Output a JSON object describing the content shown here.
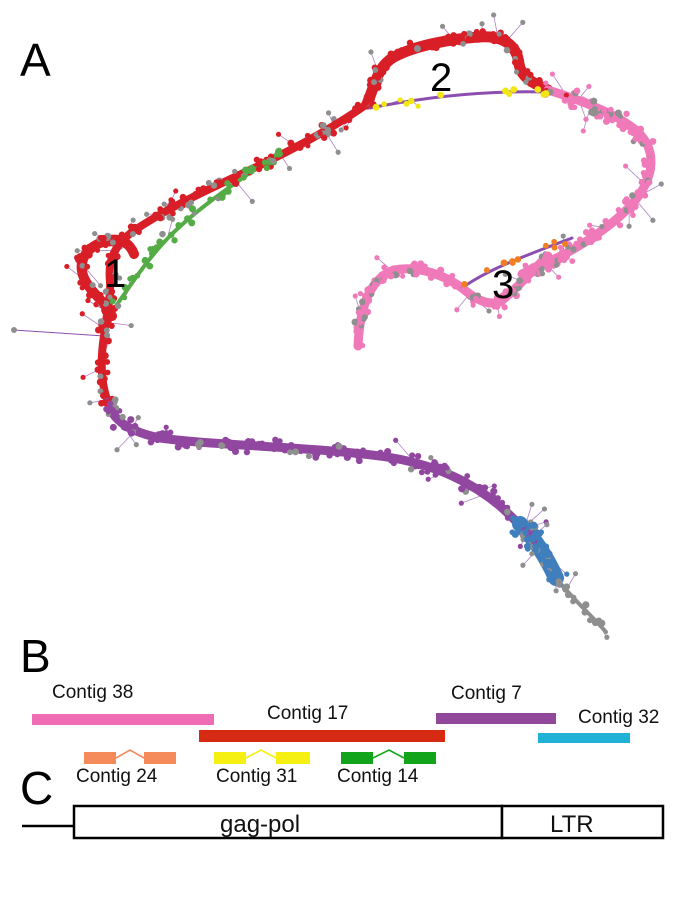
{
  "panels": {
    "a": "A",
    "b": "B",
    "c": "C"
  },
  "loops": [
    "1",
    "2",
    "3"
  ],
  "colors": {
    "red": "#d81e26",
    "pink": "#f07ab9",
    "purple": "#9146a0",
    "green": "#55ac46",
    "blue": "#3f7fbd",
    "gray": "#8f8f8f",
    "yellow": "#f2e613",
    "orange": "#f17f22",
    "edge_purple": "#8c4fb0"
  },
  "contigs": [
    {
      "label": "Contig 38",
      "color": "#f06cb5",
      "style": "bar"
    },
    {
      "label": "Contig 17",
      "color": "#d62a12",
      "style": "bar"
    },
    {
      "label": "Contig 7",
      "color": "#92489a",
      "style": "bar"
    },
    {
      "label": "Contig 32",
      "color": "#20b2d6",
      "style": "bar"
    },
    {
      "label": "Contig 24",
      "color": "#f58a5a",
      "style": "split"
    },
    {
      "label": "Contig 31",
      "color": "#f6ef12",
      "style": "split"
    },
    {
      "label": "Contig 14",
      "color": "#12a51c",
      "style": "split"
    }
  ],
  "genome": {
    "regions": [
      {
        "label": "gag-pol"
      },
      {
        "label": "LTR"
      }
    ]
  }
}
